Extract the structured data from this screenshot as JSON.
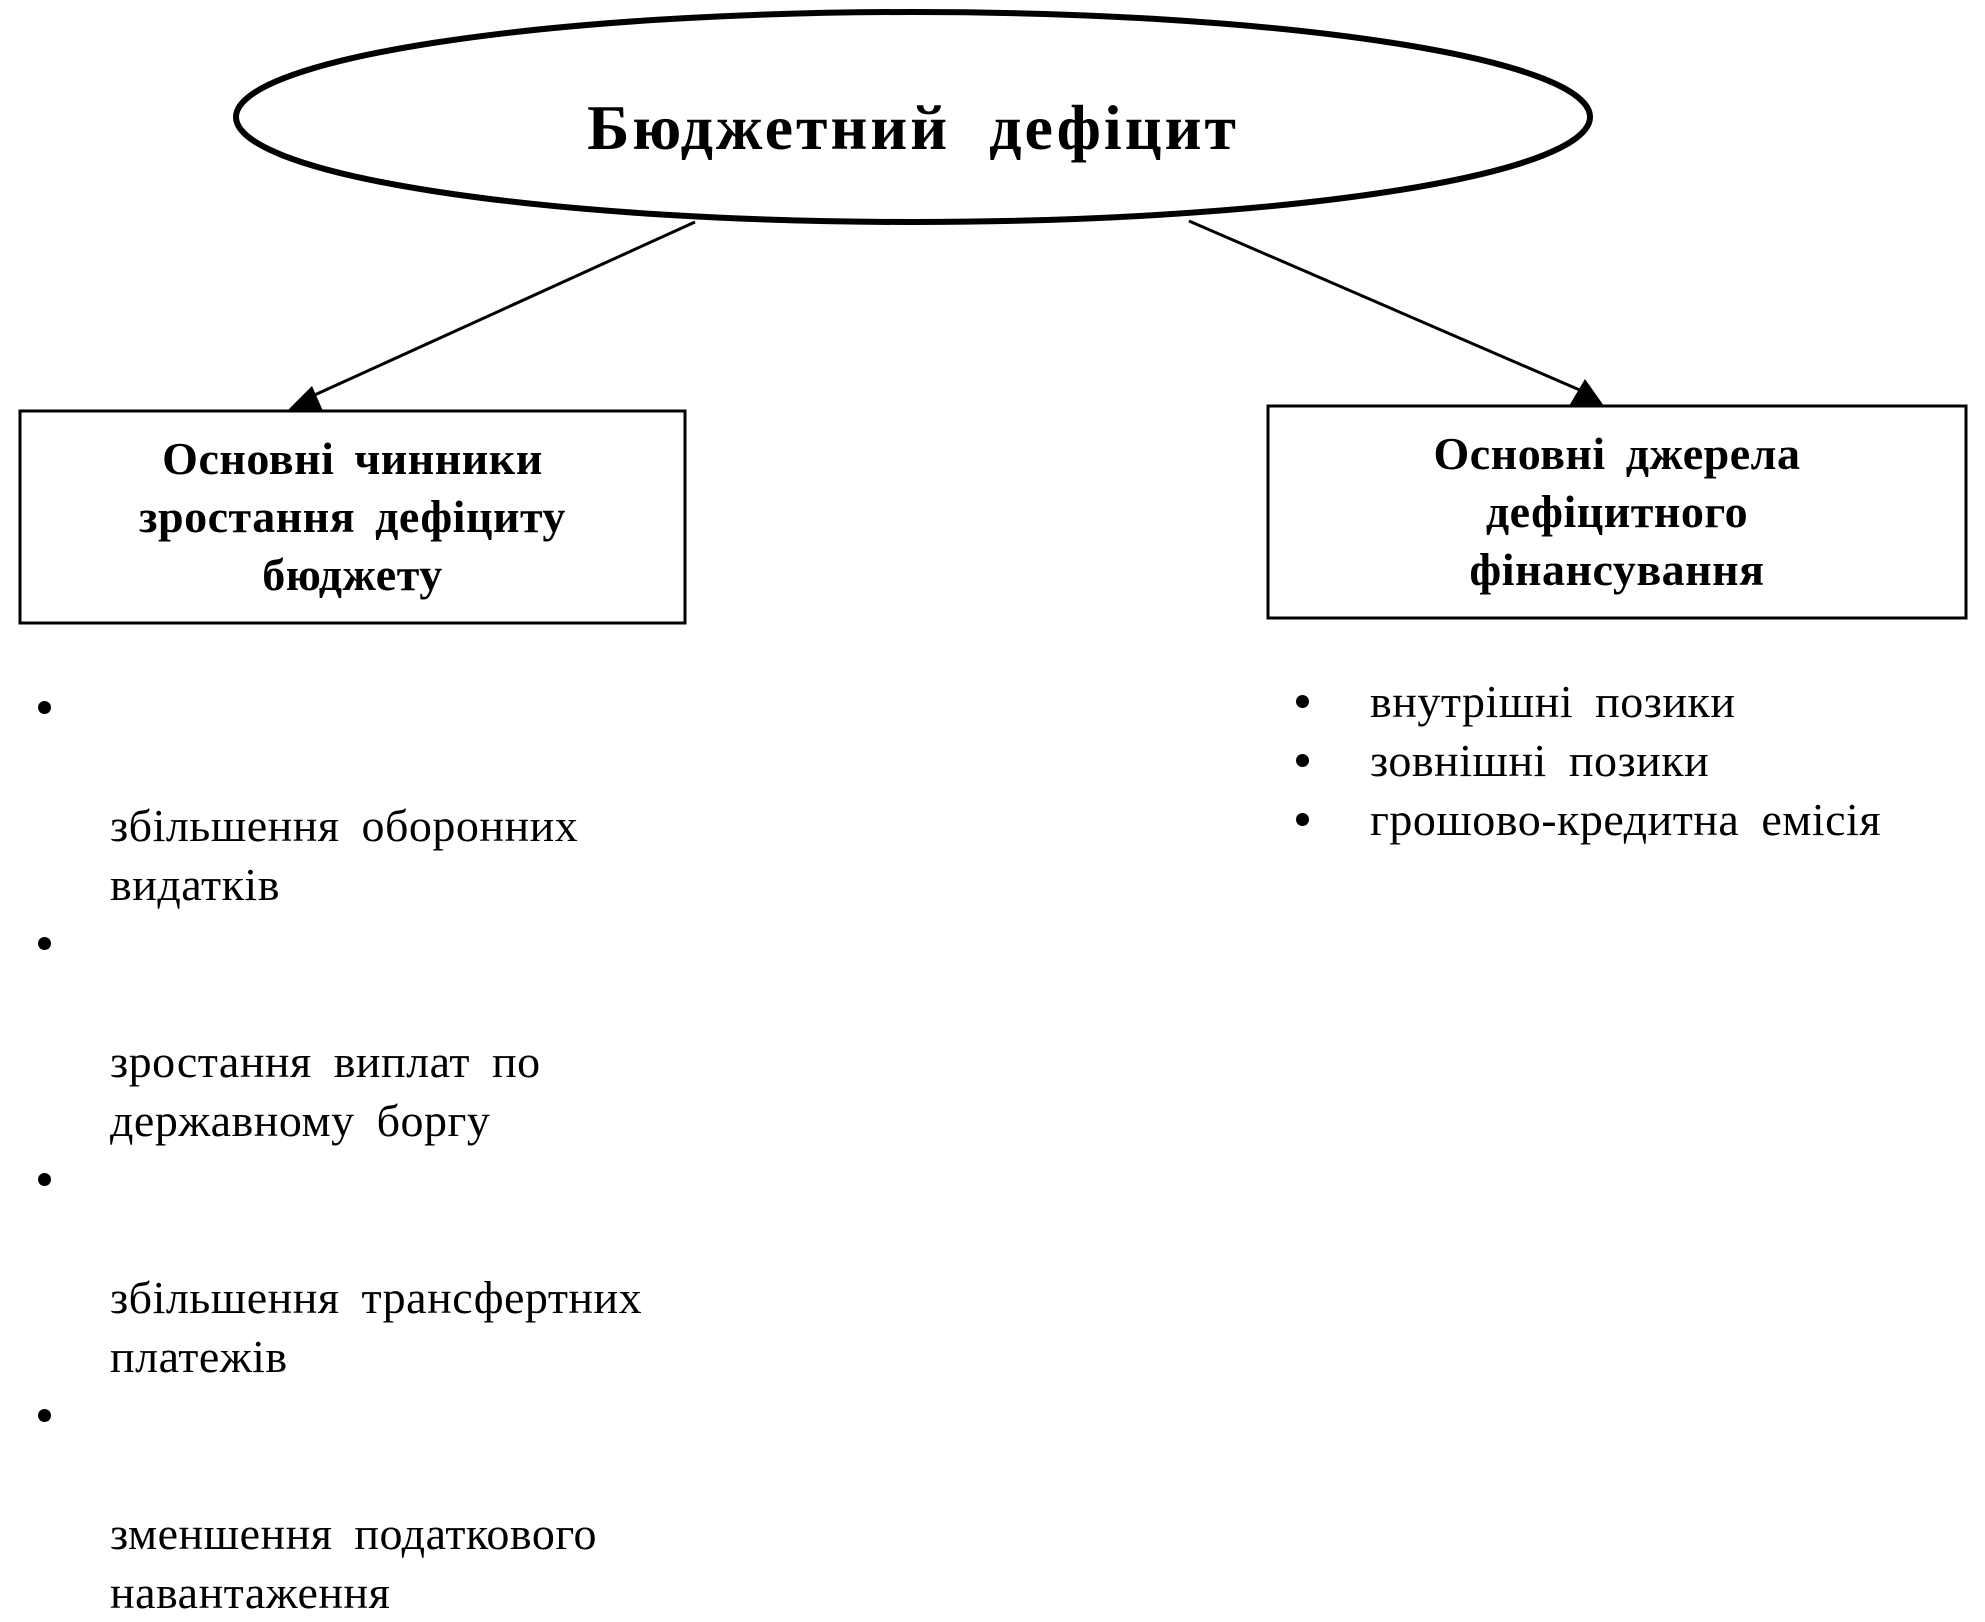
{
  "title": "Бюджетний  дефіцит",
  "left_box": {
    "lines": [
      "Основні  чинники",
      "зростання  дефіциту",
      "бюджету"
    ]
  },
  "right_box": {
    "lines": [
      "Основні  джерела",
      "дефіцитного",
      "фінансування"
    ]
  },
  "left_bullets": [
    "збільшення  оборонних\nвидатків",
    "зростання  виплат  по\nдержавному  боргу",
    "збільшення  трансфертних\nплатежів",
    "зменшення  податкового\nнавантаження"
  ],
  "right_bullets": [
    "внутрішні  позики",
    "зовнішні  позики",
    "грошово-кредитна  емісія"
  ],
  "colors": {
    "ink": "#000000",
    "background": "#ffffff"
  }
}
